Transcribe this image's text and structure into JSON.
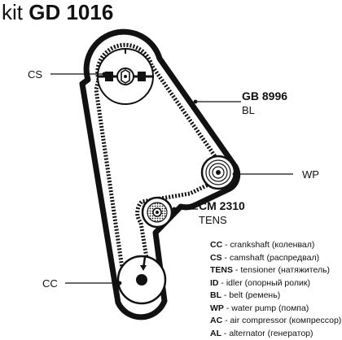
{
  "title": {
    "prefix": "kit",
    "code": "GD 1016"
  },
  "labels": {
    "cs": "CS",
    "gb_code": "GB 8996",
    "gb_type": "BL",
    "wp": "WP",
    "cm_code": "CM 2310",
    "cm_type": "TENS",
    "cc": "CC"
  },
  "legend": [
    {
      "abbr": "CC",
      "desc": "crankshaft (коленвал)"
    },
    {
      "abbr": "CS",
      "desc": "camshaft (распредвал)"
    },
    {
      "abbr": "TENS",
      "desc": "tensioner (натяжитель)"
    },
    {
      "abbr": "ID",
      "desc": "idler (опорный ролик)"
    },
    {
      "abbr": "BL",
      "desc": "belt (ремень)"
    },
    {
      "abbr": "WP",
      "desc": "water pump (помпа)"
    },
    {
      "abbr": "AC",
      "desc": "air compressor (компрессор)"
    },
    {
      "abbr": "AL",
      "desc": "alternator (генератор)"
    }
  ]
}
